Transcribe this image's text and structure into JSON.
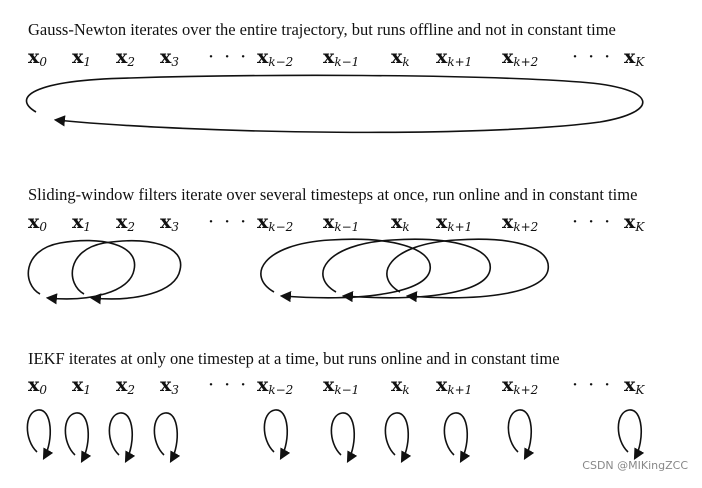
{
  "captions": {
    "gauss_newton": "Gauss-Newton iterates over the entire trajectory, but runs offline and not in constant time",
    "sliding_window": "Sliding-window filters iterate over several timesteps at once, run online and in constant time",
    "iekf": "IEKF iterates at only one timestep at a time, but runs online and in constant time"
  },
  "labels": [
    {
      "base": "x",
      "sub": "0"
    },
    {
      "base": "x",
      "sub": "1"
    },
    {
      "base": "x",
      "sub": "2"
    },
    {
      "base": "x",
      "sub": "3"
    },
    {
      "base": "x",
      "sub": "k−2"
    },
    {
      "base": "x",
      "sub": "k−1"
    },
    {
      "base": "x",
      "sub": "k"
    },
    {
      "base": "x",
      "sub": "k+1"
    },
    {
      "base": "x",
      "sub": "k+2"
    },
    {
      "base": "x",
      "sub": "K"
    }
  ],
  "ellipsis": "· · ·",
  "watermark": "CSDN @MIKingZCC"
}
